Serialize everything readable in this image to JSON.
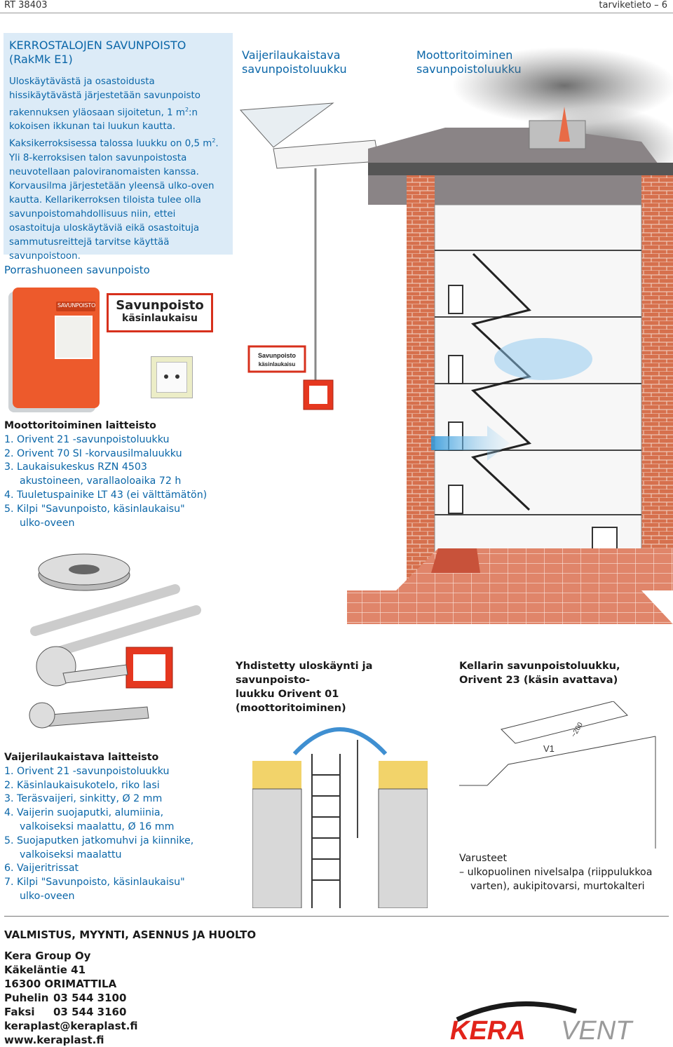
{
  "header": {
    "doc_code": "RT 38403",
    "section": "tarviketieto – 6"
  },
  "infobox": {
    "title_line1": "KERROSTALOJEN SAVUNPOISTO",
    "title_line2": "(RakMk E1)",
    "text_part1": "Uloskäytävästä ja osastoidusta hissikäytävästä järjestetään savunpoisto rakennuksen yläosaan sijoitetun, 1 m",
    "text_sup1": "2",
    "text_part2": ":n kokoisen ikkunan tai luukun kautta. Kaksikerroksisessa talossa luukku on 0,5 m",
    "text_sup2": "2",
    "text_part3": ". Yli 8-kerroksisen talon savunpoistosta neuvotellaan paloviranomaisten kanssa. Korvausilma järjestetään yleensä ulko-oven kautta. Kellarikerroksen tiloista tulee olla savunpoistomahdollisuus niin, ettei osastoituja uloskäytäviä eikä osastoituja sammutusreittejä tarvitse käyttää savunpoistoon."
  },
  "porras_title": "Porrashuoneen savunpoisto",
  "label_vaijeri_l1": "Vaijerilaukaistava",
  "label_vaijeri_l2": "savunpoistoluukku",
  "label_moottori_l1": "Moottoritoiminen",
  "label_moottori_l2": "savunpoistoluukku",
  "signs": {
    "line1": "Savunpoisto",
    "line2": "käsinlaukaisu",
    "box_label": "SAVUNPOISTO"
  },
  "moottori": {
    "title": "Moottoritoiminen laitteisto",
    "items": [
      "1. Orivent 21 -savunpoistoluukku",
      "2. Orivent 70 SI -korvausilmaluukku",
      "3. Laukaisukeskus RZN 4503",
      "akustoineen, varallaoloaika 72 h",
      "4. Tuuletuspainike LT 43 (ei välttämätön)",
      "5. Kilpi \"Savunpoisto, käsinlaukaisu\"",
      "ulko-oveen"
    ]
  },
  "vaijeri": {
    "title": "Vaijerilaukaistava laitteisto",
    "items": [
      "1. Orivent 21 -savunpoistoluukku",
      "2. Käsinlaukaisukotelo, riko lasi",
      "3. Teräsvaijeri, sinkitty, Ø 2 mm",
      "4. Vaijerin suojaputki, alumiinia,",
      "valkoiseksi maalattu, Ø 16 mm",
      "5. Suojaputken jatkomuhvi ja kiinnike,",
      "valkoiseksi maalattu",
      "6. Vaijeritrissat",
      "7. Kilpi \"Savunpoisto, käsinlaukaisu\"",
      "ulko-oveen"
    ]
  },
  "cap_yhdistetty": {
    "l1": "Yhdistetty uloskäynti ja savunpoisto-",
    "l2": "luukku Orivent 01 (moottoritoiminen)"
  },
  "cap_kellari": {
    "l1": "Kellarin savunpoistoluukku,",
    "l2": "Orivent 23 (käsin avattava)"
  },
  "dims": {
    "v1": "V1",
    "d200": "~200"
  },
  "varusteet": {
    "title": "Varusteet",
    "l1": "– ulkopuolinen nivelsalpa (riippulukkoa",
    "l2": "varten), aukipitovarsi, murtokalteri"
  },
  "contact": {
    "heading": "VALMISTUS, MYYNTI, ASENNUS JA HUOLTO",
    "company": "Kera Group Oy",
    "street": "Käkeläntie 41",
    "city": "16300 ORIMATTILA",
    "phone_label": "Puhelin",
    "phone": "03 544 3100",
    "fax_label": "Faksi",
    "fax": "03 544 3160",
    "email": "keraplast@keraplast.fi",
    "web": "www.keraplast.fi"
  },
  "logo": {
    "part1": "KERA",
    "part2": "VENT"
  },
  "colors": {
    "blue": "#0a66a8",
    "brick": "#d16c4a",
    "red": "#e5371f",
    "logo_red": "#e2241b",
    "logo_gray": "#9a9a9a"
  }
}
